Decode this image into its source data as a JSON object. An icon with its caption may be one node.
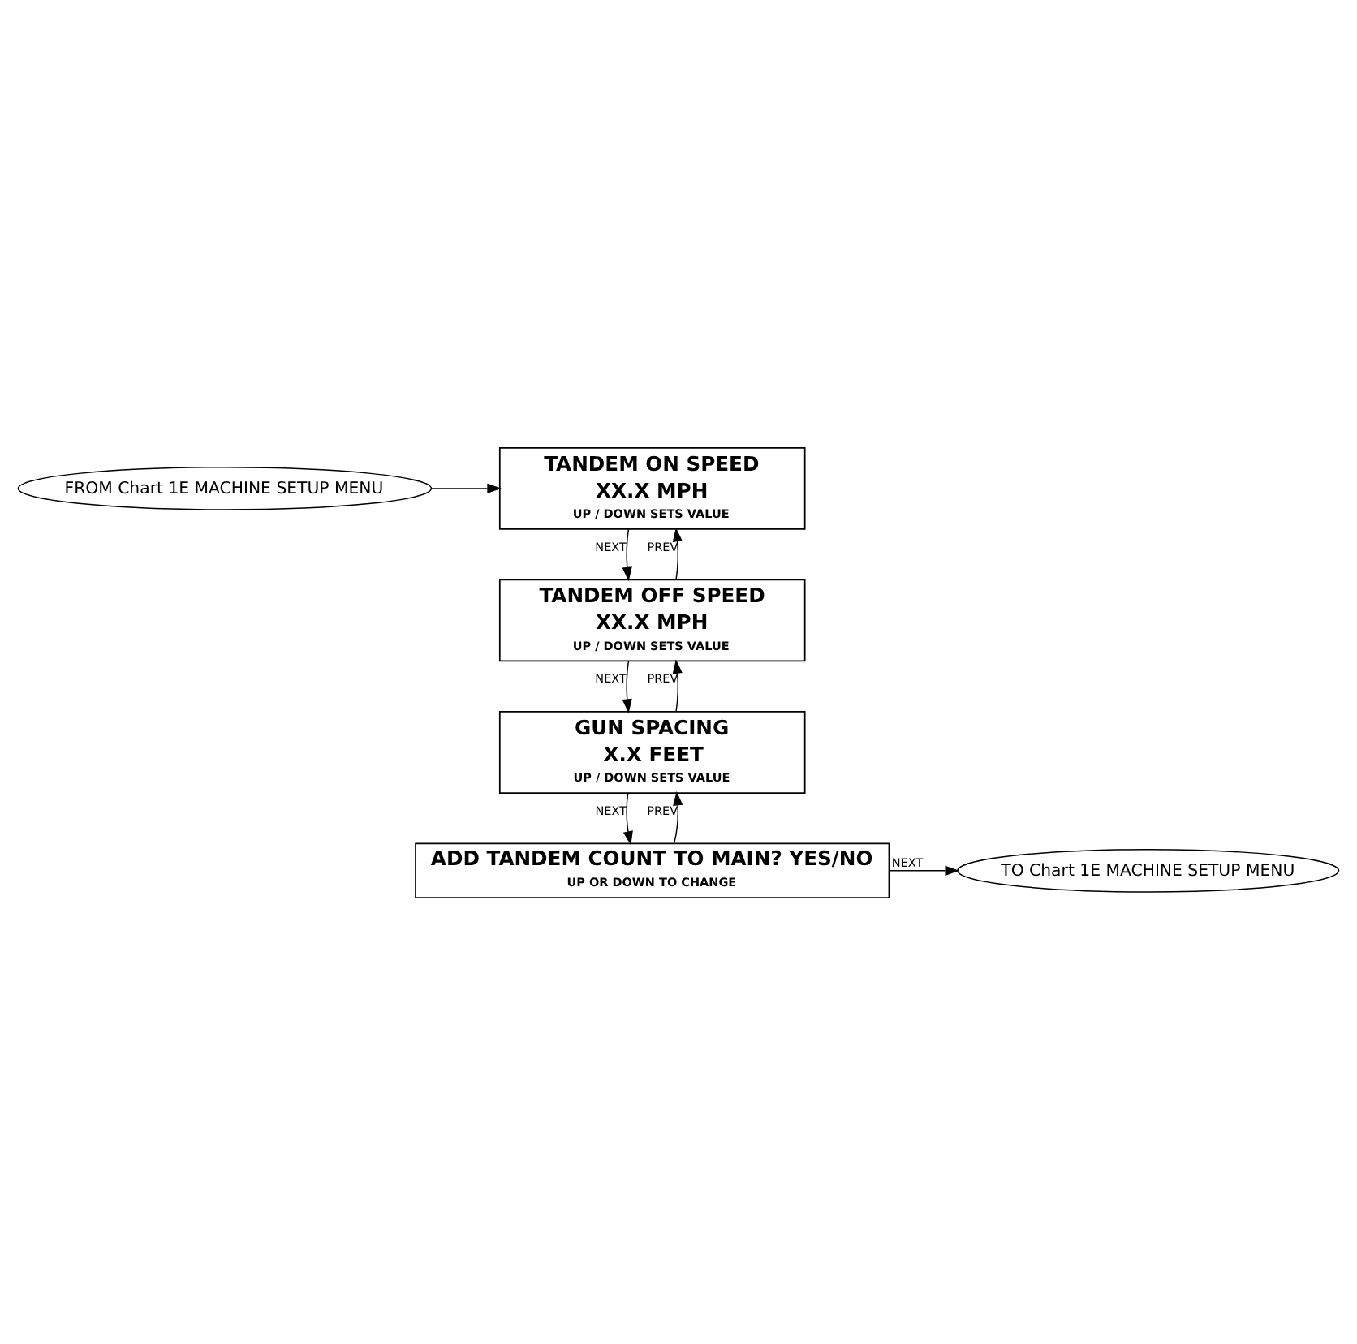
{
  "diagram": {
    "nodes": [
      {
        "text": [
          "FROM Chart 1E MACHINE SETUP MENU"
        ]
      },
      {
        "text": [
          "TANDEM ON SPEED",
          "XX.X MPH",
          "UP / DOWN SETS VALUE"
        ]
      },
      {
        "text": [
          "TANDEM OFF SPEED",
          "XX.X MPH",
          "UP / DOWN SETS VALUE"
        ]
      },
      {
        "text": [
          "GUN SPACING",
          "X.X FEET",
          "UP / DOWN SETS VALUE"
        ]
      },
      {
        "text": [
          "ADD TANDEM COUNT TO MAIN? YES/NO",
          "UP OR DOWN TO CHANGE"
        ]
      },
      {
        "text": [
          "TO Chart 1E MACHINE SETUP MENU"
        ]
      }
    ],
    "edges": [
      {
        "from": 0,
        "to": 1,
        "arrow": "to"
      },
      {
        "from": 1,
        "to": 2,
        "arrow": "to",
        "label": "NEXT"
      },
      {
        "from": 2,
        "to": 1,
        "arrow": "to",
        "label": "PREV"
      },
      {
        "from": 2,
        "to": 3,
        "arrow": "to",
        "label": "NEXT"
      },
      {
        "from": 3,
        "to": 2,
        "arrow": "to",
        "label": "PREV"
      },
      {
        "from": 3,
        "to": 4,
        "arrow": "to",
        "label": "NEXT"
      },
      {
        "from": 4,
        "to": 3,
        "arrow": "to",
        "label": "PREV"
      },
      {
        "from": 4,
        "to": 5,
        "arrow": "to",
        "label": "NEXT"
      }
    ]
  }
}
